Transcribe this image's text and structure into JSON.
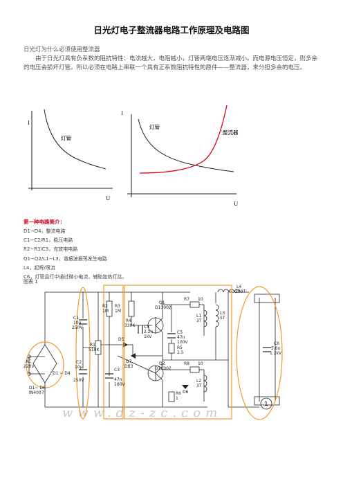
{
  "document": {
    "title": "日光灯电子整流器电路工作原理及电路图",
    "intro_heading": "日光灯为什么必须使用整流器",
    "intro_paragraph": "由于日光灯具有负系数的阻抗特性：电流越大，电阻越小，灯管两端电压逐渐减小。而电源电压恒定，则多余的电压会损坏灯管。所以必须在电路上串联一个具有正系数阻抗特性的原件——整流器，来分担多余的电压。"
  },
  "graphs": {
    "left": {
      "y_label": "I",
      "x_label": "U",
      "curve_label": "灯管"
    },
    "right": {
      "y_label": "I",
      "x_label": "U",
      "lamp_label": "灯管",
      "ballast_label": "整流器"
    }
  },
  "circuit_intro": {
    "title": "第一种电路简介：",
    "items": [
      "D1~D4，整流电路",
      "C1~C2/R1，稳压电路",
      "R2~R3/C3，充放电电路",
      "Q1~Q2/L1~L3，谐振波振荡发生电路",
      "L4，起辉/限流",
      "C6，灯管运行中通过微小电流，辅助加热灯丝。"
    ],
    "figure_label": "图表  1"
  },
  "schematic": {
    "ac_label": "AC",
    "ac_voltage": "220V",
    "bridge_label": "D1 ~ D4",
    "diode_range": "D1~ D6",
    "diode_part": "IN4007",
    "c1": [
      "C1",
      "10μ",
      "250V"
    ],
    "c2": [
      "C2",
      "10μ",
      "250V"
    ],
    "r1": [
      "R1",
      "510K"
    ],
    "r2": [
      "R2",
      "1M"
    ],
    "r3": [
      "R3",
      "1M"
    ],
    "r4": [
      "R4",
      "330K"
    ],
    "c3": [
      "C3",
      "47n",
      "160V"
    ],
    "d5": "D5",
    "d6": "D6",
    "d7": [
      "D7",
      "DB3"
    ],
    "q1": [
      "Q1",
      "D13002"
    ],
    "q2": [
      "Q2",
      "D13002"
    ],
    "c4": [
      "C4",
      "2.2n",
      "1kV"
    ],
    "c5": [
      "C5",
      "47n",
      "100V"
    ],
    "r5": [
      "R5",
      "1.5"
    ],
    "r6": [
      "R6",
      "1"
    ],
    "r7": [
      "R7",
      "10"
    ],
    "r8": [
      "R8",
      "10"
    ],
    "l1": [
      "L1",
      "3T"
    ],
    "l2": [
      "L2",
      "3T"
    ],
    "l3": [
      "L3",
      "5T"
    ],
    "l4": [
      "L4",
      "200T"
    ],
    "c6": [
      "C6",
      "5.6n",
      "1.2kV"
    ],
    "marker": "1",
    "watermark": "www.dz-zc.com"
  },
  "colors": {
    "title_red": "#d0021b",
    "ballast_curve": "#e0001a",
    "highlight_orange": "#f29a2e"
  }
}
